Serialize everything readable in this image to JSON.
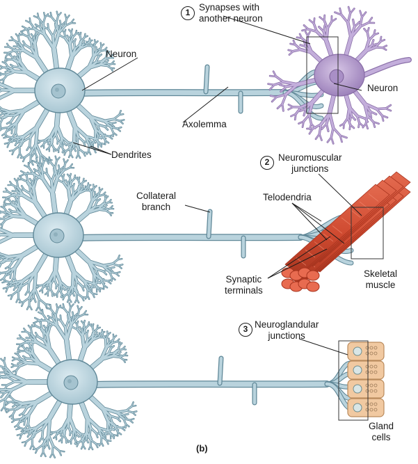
{
  "panels": [
    {
      "number": "1",
      "title": "Synapses with\nanother neuron",
      "labels": {
        "neuron_left": "Neuron",
        "neuron_right": "Neuron",
        "axolemma": "Axolemma",
        "dendrites": "Dendrites"
      }
    },
    {
      "number": "2",
      "title": "Neuromuscular\njunctions",
      "labels": {
        "collateral": "Collateral\nbranch",
        "telodendria": "Telodendria",
        "synaptic": "Synaptic\nterminals",
        "skeletal": "Skeletal\nmuscle"
      }
    },
    {
      "number": "3",
      "title": "Neuroglandular\njunctions",
      "labels": {
        "gland": "Gland\ncells"
      }
    }
  ],
  "caption": "(b)",
  "colors": {
    "neuron_fill": "#b9d3dd",
    "neuron_stroke": "#5f8797",
    "nucleus": "#a5c3cf",
    "target_neuron": "#b7a0cf",
    "muscle": "#d5543a",
    "muscle_dark": "#a8341f",
    "gland": "#f1c9a1",
    "gland_stroke": "#b98a5c"
  },
  "icons": [
    "neuron-cell-icon",
    "muscle-bundle-icon",
    "gland-cells-icon"
  ]
}
